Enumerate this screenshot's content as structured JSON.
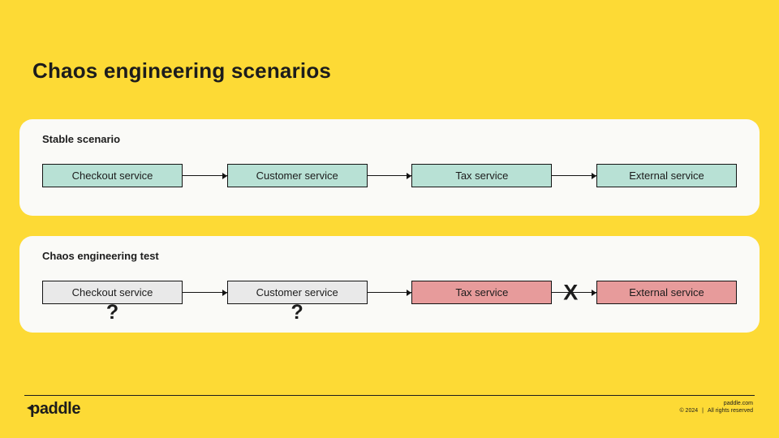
{
  "title": "Chaos engineering scenarios",
  "colors": {
    "background": "#FDDA35",
    "panel": "#FAFAF7",
    "stable_box": "#B8E1D5",
    "unknown_box": "#E9E9E9",
    "failed_box": "#E79B9B",
    "border": "#141414",
    "text": "#1C1C1C"
  },
  "panels": [
    {
      "heading": "Stable scenario",
      "boxes": [
        {
          "label": "Checkout service",
          "state": "stable"
        },
        {
          "label": "Customer service",
          "state": "stable"
        },
        {
          "label": "Tax service",
          "state": "stable"
        },
        {
          "label": "External service",
          "state": "stable"
        }
      ],
      "connectors": [
        {
          "type": "arrow"
        },
        {
          "type": "arrow"
        },
        {
          "type": "arrow"
        }
      ]
    },
    {
      "heading": "Chaos engineering test",
      "boxes": [
        {
          "label": "Checkout service",
          "state": "unknown",
          "annotation": "?"
        },
        {
          "label": "Customer service",
          "state": "unknown",
          "annotation": "?"
        },
        {
          "label": "Tax service",
          "state": "failed"
        },
        {
          "label": "External service",
          "state": "failed"
        }
      ],
      "connectors": [
        {
          "type": "arrow"
        },
        {
          "type": "arrow"
        },
        {
          "type": "broken-arrow",
          "annotation": "X"
        }
      ]
    }
  ],
  "footer": {
    "logo": "paddle",
    "site": "paddle.com",
    "copyright": "© 2024",
    "separator": "|",
    "rights": "All rights reserved"
  }
}
